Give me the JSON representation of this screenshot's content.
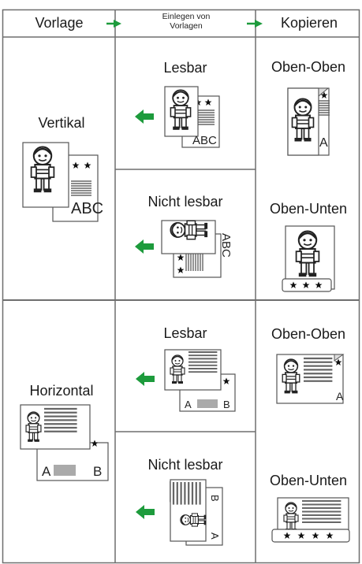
{
  "header": {
    "col1": "Vorlage",
    "col2_line1": "Einlegen von",
    "col2_line2": "Vorlagen",
    "col3": "Kopieren"
  },
  "sections": [
    {
      "orientation": "Vertikal",
      "rows": [
        {
          "loading": "Lesbar",
          "copy": "Oben-Oben"
        },
        {
          "loading": "Nicht lesbar",
          "copy": "Oben-Unten"
        }
      ]
    },
    {
      "orientation": "Horizontal",
      "rows": [
        {
          "loading": "Lesbar",
          "copy": "Oben-Oben"
        },
        {
          "loading": "Nicht lesbar",
          "copy": "Oben-Unten"
        }
      ]
    }
  ],
  "doc_text": {
    "abc": "ABC",
    "a": "A",
    "b": "B"
  },
  "colors": {
    "arrow": "#1d9b3c",
    "line": "#6e6e6e"
  }
}
